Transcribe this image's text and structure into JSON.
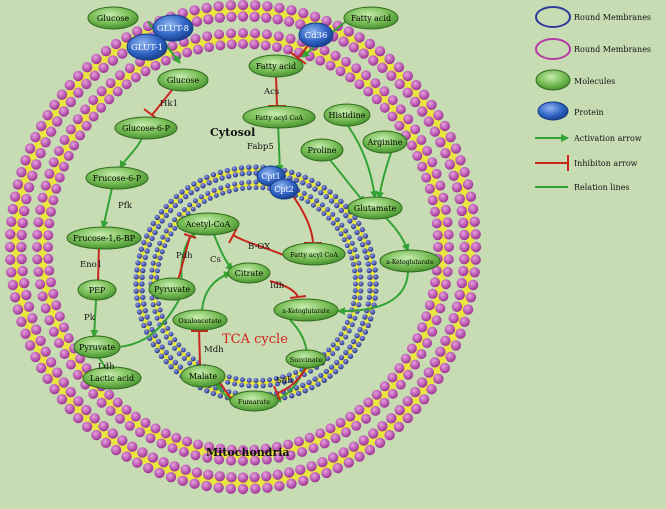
{
  "colors": {
    "background": "#c8dcb4",
    "membrane_bead_outer": "#b43aa6",
    "membrane_bead_inner": "#2d3a9a",
    "membrane_core": "#e9e640",
    "molecule_fill": "#6fb34a",
    "molecule_edge": "#2f6b1e",
    "protein_fill": "#2f63c3",
    "activation": "#33a335",
    "inhibition": "#c8261c",
    "tca_label": "#d0201a"
  },
  "labels": {
    "cytosol": "Cytosol",
    "mitochondria": "Mitochondria",
    "tca_cycle": "TCA cycle"
  },
  "legend": [
    {
      "key": "round-membrane-blue",
      "label": "Round Membranes"
    },
    {
      "key": "round-membrane-pink",
      "label": "Round Membranes"
    },
    {
      "key": "molecules",
      "label": "Molecules"
    },
    {
      "key": "protein",
      "label": "Protein"
    },
    {
      "key": "activation",
      "label": "Activation arrow"
    },
    {
      "key": "inhibition",
      "label": "Inhibiton arrow"
    },
    {
      "key": "relation",
      "label": "Relation lines"
    }
  ],
  "proteins": {
    "glut8": "GLUT-8",
    "glut1": "GLUT-1",
    "cd36": "Cd36",
    "cpt1": "Cpt1",
    "cpt2": "Cpt2"
  },
  "molecules": {
    "glucose_out": "Glucose",
    "fatty_acid_out": "Fatty acid",
    "glucose_in": "Glucose",
    "fatty_acid_in": "Fatty acid",
    "glucose6p": "Glucose-6-P",
    "fattyacylcoa_cyto": "Fatty acyl CoA",
    "histidine": "Histidine",
    "proline": "Proline",
    "arginine": "Arginine",
    "frucose6p": "Frucose-6-P",
    "frucose16bp": "Frucose-1,6-BP",
    "glutamate": "Glutamate",
    "acetylcoa": "Acetyl-CoA",
    "fattyacylcoa_mito": "Fatty acyl CoA",
    "ketoglutarate_cyto": "a-Ketoglutarate",
    "citrate": "Citrate",
    "pep": "PEP",
    "pyruvate_mito": "Pyruvate",
    "ketoglutarate_mito": "a-Ketoglutarate",
    "oxaloacetate": "Oxaloacetate",
    "pyruvate_cyto": "Pyruvate",
    "succinate": "Succinate",
    "malate": "Malate",
    "fumarate": "Fumarate",
    "lactic_acid": "Lactic acid"
  },
  "enzymes": {
    "hk1": "Hk1",
    "acs": "Acs",
    "fabp5": "Fabp5",
    "pfk": "Pfk",
    "eno1": "Eno1",
    "pk": "Pk",
    "ldh": "Ldh",
    "pdh": "Pdh",
    "cs": "Cs",
    "box": "B-OX",
    "idh": "Idh",
    "mdh": "Mdh",
    "sdh": "Sdh"
  }
}
